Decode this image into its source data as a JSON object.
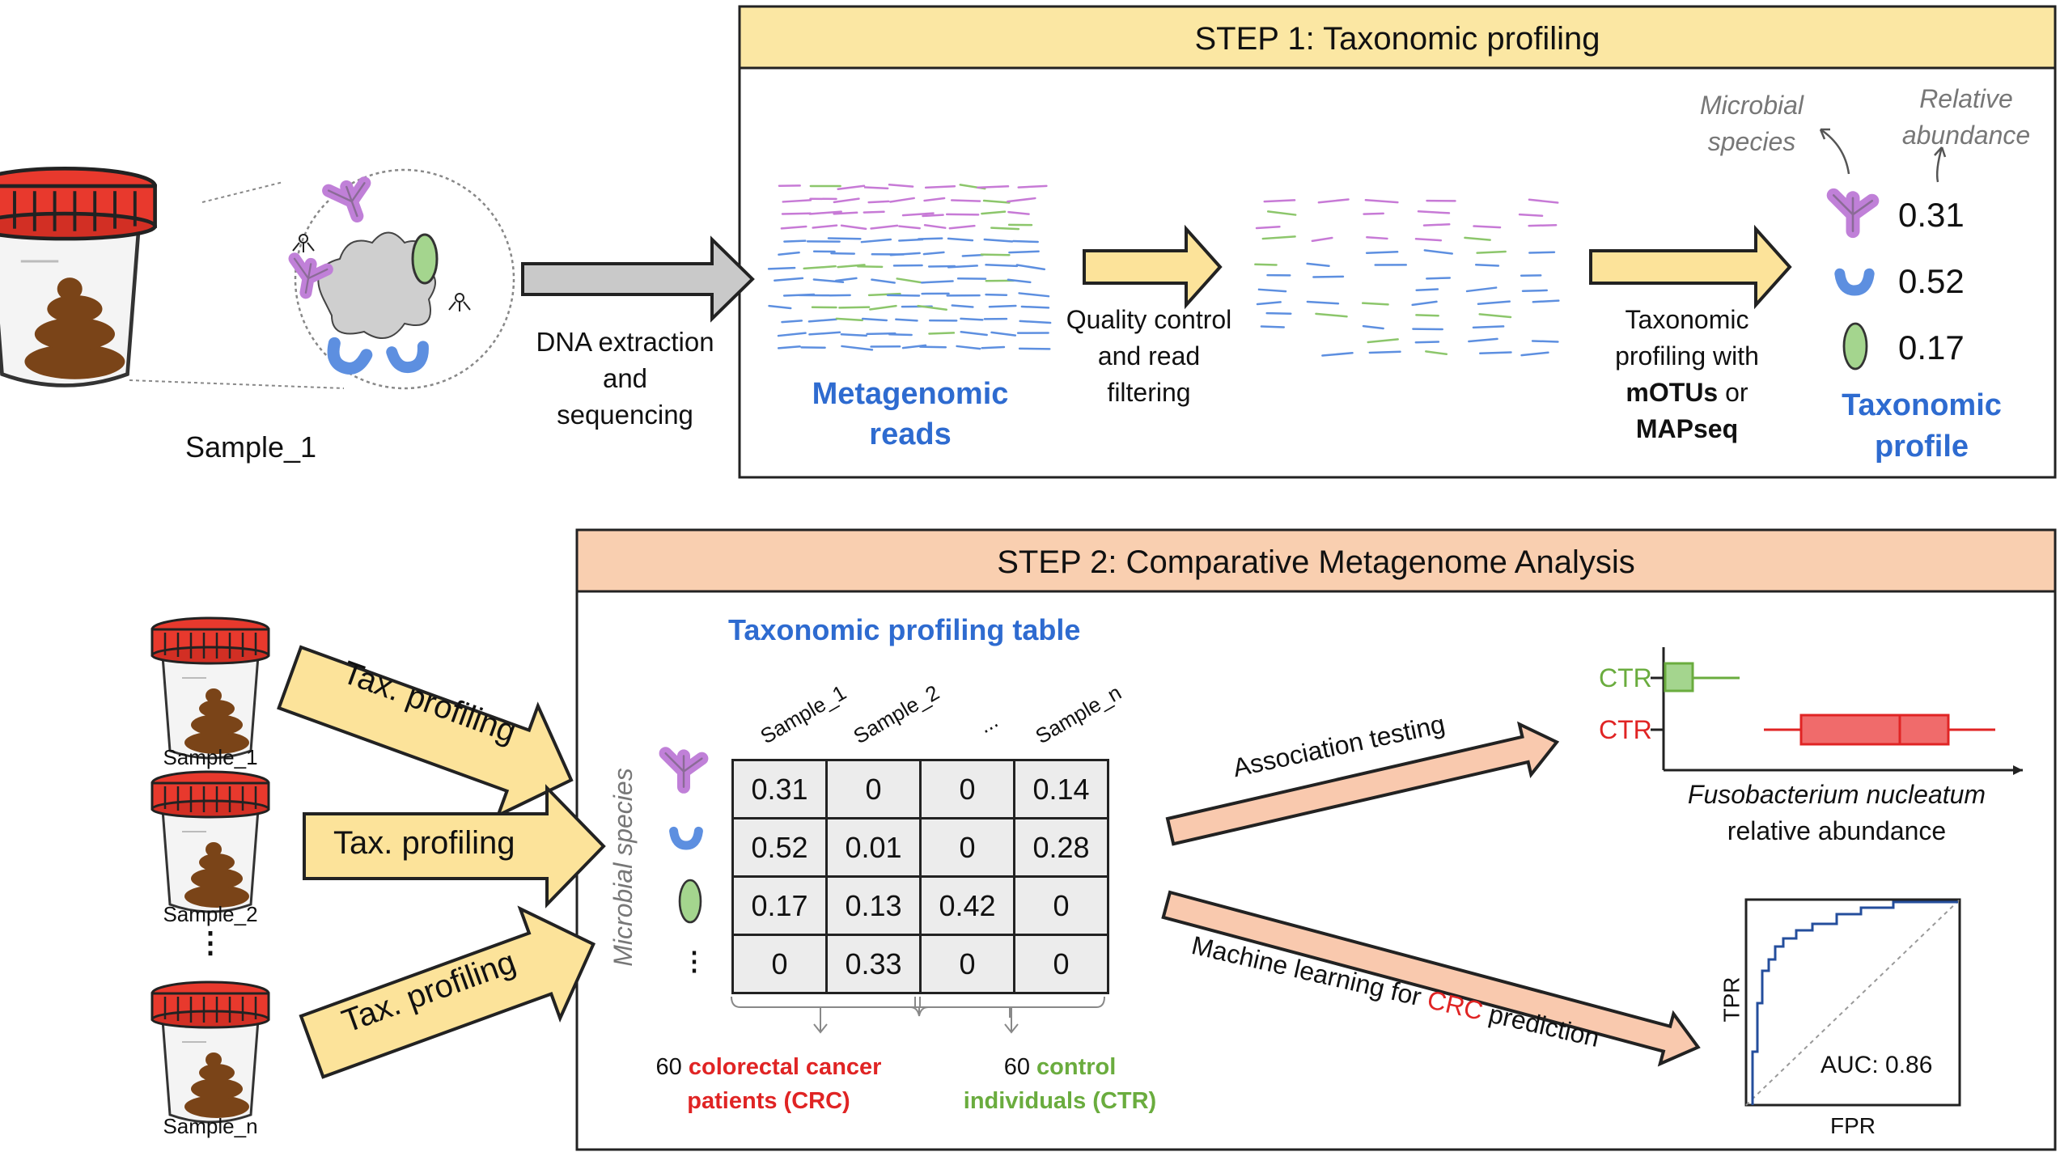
{
  "step1": {
    "title": "STEP 1: Taxonomic profiling",
    "header_color": "#fbe7a3",
    "metagenomic_reads": [
      "Metagenomic",
      "reads"
    ],
    "qc": [
      "Quality control",
      "and read",
      "filtering"
    ],
    "tax_profiling": [
      "Taxonomic",
      "profiling with"
    ],
    "tools_a": "mOTUs",
    "tools_or": " or",
    "tools_b": "MAPseq",
    "microbial_species": [
      "Microbial",
      "species"
    ],
    "relative_abundance": [
      "Relative",
      "abundance"
    ],
    "profile_values": [
      "0.31",
      "0.52",
      "0.17"
    ],
    "taxonomic_profile": [
      "Taxonomic",
      "profile"
    ]
  },
  "sample": {
    "label": "Sample_1",
    "dna": [
      "DNA extraction",
      "and",
      "sequencing"
    ]
  },
  "step2": {
    "title": "STEP 2: Comparative Metagenome Analysis",
    "header_color": "#f9cfb0",
    "samples": [
      "Sample_1",
      "Sample_2",
      "Sample_n"
    ],
    "dots": "⋮",
    "tax_arrow_label": "Tax. profiling",
    "table_title": "Taxonomic profiling table",
    "row_axis_label": "Microbial species",
    "columns": [
      "Sample_1",
      "Sample_2",
      "...",
      "Sample_n"
    ],
    "rows": [
      [
        "0.31",
        "0",
        "0",
        "0.14"
      ],
      [
        "0.52",
        "0.01",
        "0",
        "0.28"
      ],
      [
        "0.17",
        "0.13",
        "0.42",
        "0"
      ],
      [
        "0",
        "0.33",
        "0",
        "0"
      ]
    ],
    "row_dots": "⋮",
    "crc_count": "60 ",
    "crc_red": "colorectal cancer",
    "crc_red2": "patients (CRC)",
    "ctr_count": "60 ",
    "ctr_green": "control",
    "ctr_green2": "individuals (CTR)",
    "assoc_label": "Association testing",
    "ml_label_a": "Machine learning  for ",
    "ml_label_crc": "CRC",
    "ml_label_b": " prediction",
    "box_label_1": "CTR",
    "box_label_2": "CTR",
    "box_xlabel_italic": "Fusobacterium nucleatum",
    "box_xlabel": "relative abundance",
    "roc_ylabel": "TPR",
    "roc_xlabel": "FPR",
    "auc": "AUC: 0.86"
  },
  "colors": {
    "arrow_yellow": "#fce39a",
    "arrow_salmon": "#f9c9ae",
    "arrow_gray": "#c9c9c9",
    "lid_red": "#e8392d",
    "poop_brown": "#7a4418",
    "ctr_green": "#6aac3e",
    "crc_red": "#e02424",
    "roc_blue": "#244e9c"
  }
}
